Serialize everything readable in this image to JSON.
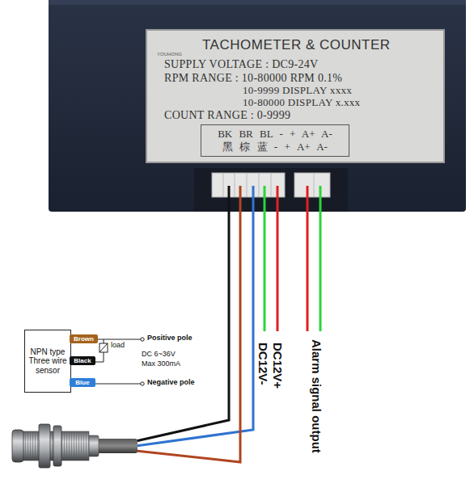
{
  "diagram": {
    "nodes": [
      {
        "text": [
          "YOUHONG",
          "TACHOMETER & COUNTER",
          "SUPPLY VOLTAGE : DC9-24V",
          "RPM RANGE : 10-80000 RPM 0.1%",
          "10-9999 DISPLAY xxxx",
          "10-80000 DISPLAY x.xxx",
          "COUNT RANGE : 0-9999"
        ]
      },
      {
        "text": [
          "BK BR BL - + A+ A-",
          "黑 棕 蓝 - + A+ A-"
        ],
        "in": 0
      },
      {
        "text": [
          "NPN type Three wire sensor"
        ]
      },
      {
        "text": [
          "Brown"
        ]
      },
      {
        "text": [
          "Black"
        ]
      },
      {
        "text": [
          "Blue"
        ]
      }
    ],
    "labels": [
      "Positive pole",
      "load",
      "DC 6~36V",
      "Max 300mA",
      "Negative pole",
      "DC12V-",
      "DC12V+",
      "Alarm signal output"
    ]
  }
}
